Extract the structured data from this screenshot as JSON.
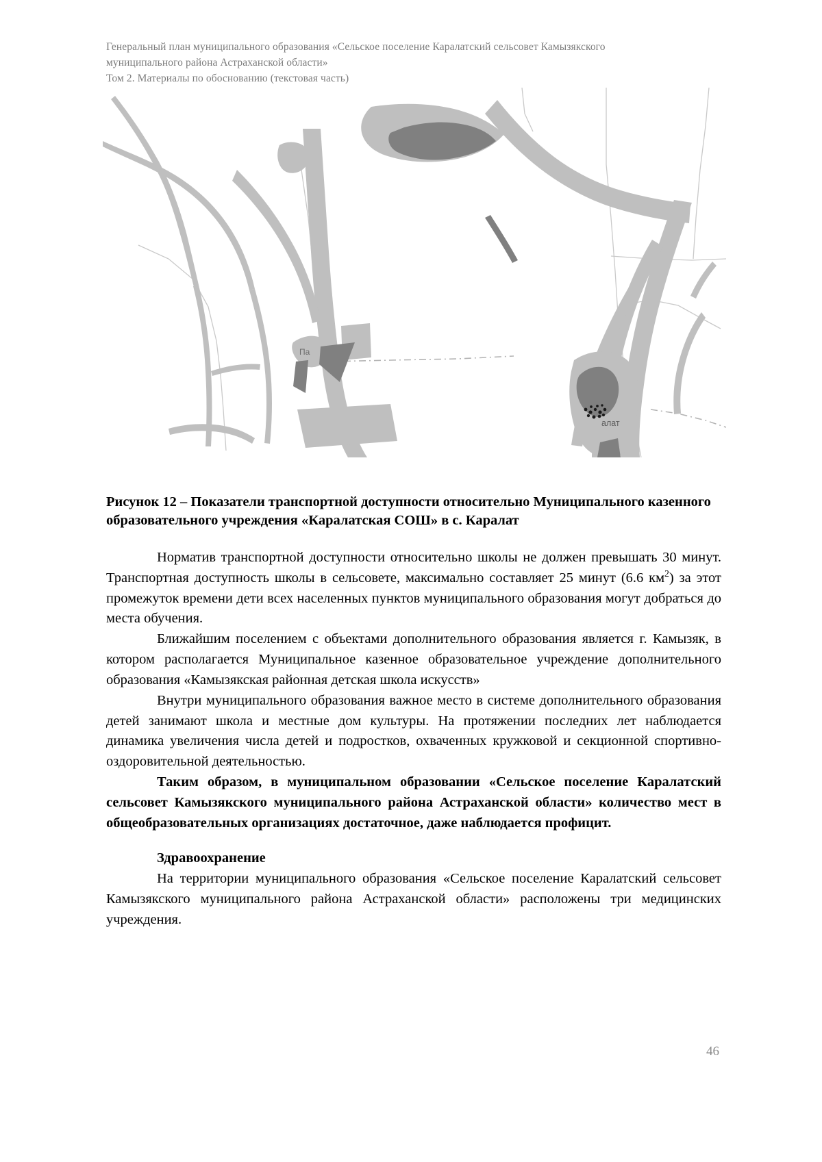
{
  "header": {
    "line1": "Генеральный план муниципального образования «Сельское поселение Каралатский сельсовет Камызякского",
    "line2": "муниципального района Астраханской области»",
    "line3": "Том 2. Материалы по обоснованию (текстовая часть)"
  },
  "figure": {
    "alt": "Картосхема показателей транспортной доступности относительно школы",
    "caption_line1": "Рисунок 12 – Показатели транспортной доступности относительно Муниципального",
    "caption_line2": "казенного образовательного учреждения «Каралатская СОШ» в с. Каралат",
    "labels": {
      "settlement_1": "Па",
      "settlement_2": "алат"
    },
    "colors": {
      "water": "#bfbfbf",
      "builtup": "#c0c0c0",
      "highlight_dark": "#808080",
      "boundary_line": "#b8b8b8",
      "school_marker": "#1a1a1a",
      "background": "#ffffff"
    }
  },
  "body": {
    "p1": "Норматив транспортной доступности относительно школы не должен превышать 30 минут. Транспортная доступность школы в сельсовете, максимально составляет 25 минут (6.6 км²) за этот промежуток времени дети всех населенных пунктов муниципального образования могут добраться до места обучения.",
    "p1_a": "Норматив транспортной доступности относительно школы не должен превышать",
    "p1_b": "30 минут. Транспортная доступность школы в сельсовете, максимально составляет",
    "p1_c_pre": "25 минут (6.6 км",
    "p1_c_sup": "2",
    "p1_c_post": ") за этот промежуток времени дети всех населенных пунктов",
    "p1_d": "муниципального образования могут добраться до места обучения.",
    "p2": "Ближайшим поселением с объектами дополнительного образования является г. Камызяк, в котором располагается Муниципальное казенное образовательное учреждение дополнительного образования «Камызякская районная детская школа искусств»",
    "p3": "Внутри муниципального образования важное место в системе дополнительного образования детей занимают школа и местные дом культуры. На протяжении последних лет наблюдается динамика увеличения числа детей и подростков, охваченных кружковой и секционной спортивно-оздоровительной деятельностью.",
    "p4_bold": "Таким образом, в муниципальном образовании «Сельское поселение Каралатский сельсовет Камызякского муниципального района Астраханской области» количество мест в общеобразовательных организациях достаточное, даже наблюдается профицит.",
    "section_heading": "Здравоохранение",
    "p5": "На территории муниципального образования «Сельское поселение Каралатский сельсовет Камызякского муниципального района Астраханской области» расположены три медицинских учреждения."
  },
  "footer": {
    "page_number": "46"
  }
}
